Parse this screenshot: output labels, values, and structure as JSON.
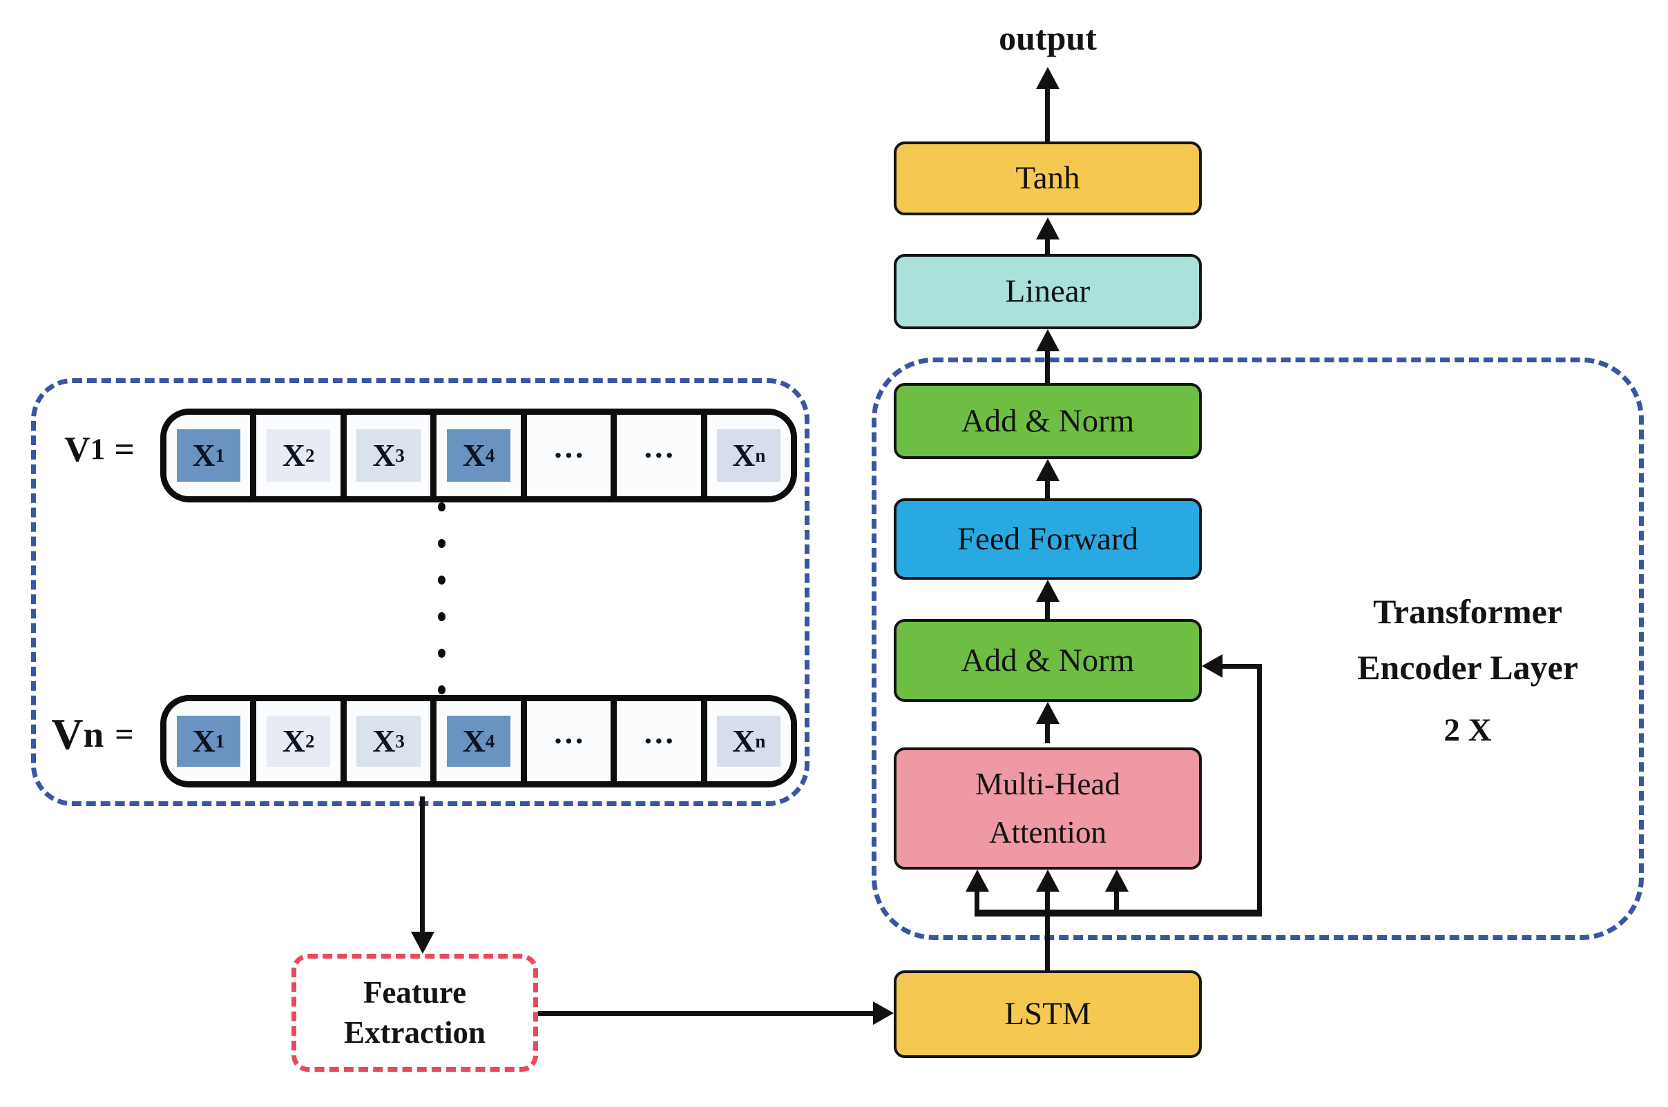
{
  "diagram": {
    "output_label": "output",
    "boxes": {
      "tanh": "Tanh",
      "linear": "Linear",
      "add_norm_top": "Add & Norm",
      "feed_forward": "Feed Forward",
      "add_norm_bottom": "Add & Norm",
      "mha_line1": "Multi-Head",
      "mha_line2": "Attention",
      "lstm": "LSTM"
    },
    "feature_extraction": {
      "line1": "Feature",
      "line2": "Extraction"
    },
    "encoder_note": {
      "line1": "Transformer",
      "line2": "Encoder Layer",
      "line3": "2 X"
    }
  },
  "vectors": {
    "rows": [
      {
        "label": {
          "base": "V",
          "sub": "1",
          "eq": "="
        },
        "cells": [
          {
            "base": "X",
            "sub": "1",
            "bg": "#6B93C1"
          },
          {
            "base": "X",
            "sub": "2",
            "bg": "#E7EBF4"
          },
          {
            "base": "X",
            "sub": "3",
            "bg": "#DAE2EE"
          },
          {
            "base": "X",
            "sub": "4",
            "bg": "#6B93C1"
          },
          {
            "base": "···",
            "sub": "",
            "bg": "transparent"
          },
          {
            "base": "···",
            "sub": "",
            "bg": "transparent"
          },
          {
            "base": "X",
            "sub": "n",
            "bg": "#D5DEEA"
          }
        ]
      },
      {
        "label": {
          "base": "V",
          "sub": "n",
          "eq": "="
        },
        "cells": [
          {
            "base": "X",
            "sub": "1",
            "bg": "#6B93C1"
          },
          {
            "base": "X",
            "sub": "2",
            "bg": "#E7EBF4"
          },
          {
            "base": "X",
            "sub": "3",
            "bg": "#DAE2EE"
          },
          {
            "base": "X",
            "sub": "4",
            "bg": "#6B93C1"
          },
          {
            "base": "···",
            "sub": "",
            "bg": "transparent"
          },
          {
            "base": "···",
            "sub": "",
            "bg": "transparent"
          },
          {
            "base": "X",
            "sub": "n",
            "bg": "#D5DEEA"
          }
        ]
      }
    ]
  },
  "colors": {
    "box_yellow": "#F5C951",
    "box_teal": "#AAE2DB",
    "box_green": "#6FBE44",
    "box_blue": "#29A9E1",
    "box_pink": "#EE99A4",
    "dashed_blue": "#3A55A4",
    "dashed_red": "#E8495E",
    "cell_highlight_blue": "#6B93C1",
    "line_black": "#111111"
  }
}
